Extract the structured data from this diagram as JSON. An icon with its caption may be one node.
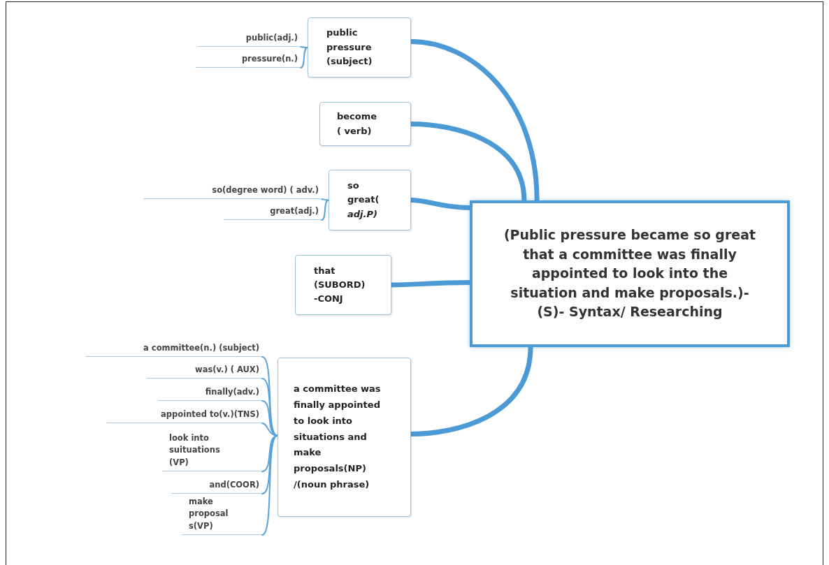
{
  "diagram": {
    "nodes": [
      {
        "text": [
          "(Public pressure became so great that a committee was finally appointed to look into the situation and make proposals.)-(S)- Syntax/ Researching"
        ]
      },
      {
        "text": [
          "public pressure (subject)"
        ]
      },
      {
        "text": [
          "public(adj.)"
        ]
      },
      {
        "text": [
          "pressure(n.)"
        ]
      },
      {
        "text": [
          "become ( verb)"
        ]
      },
      {
        "text": [
          "so great( *adj.P)*"
        ]
      },
      {
        "text": [
          "so(degree word) ( adv.)"
        ]
      },
      {
        "text": [
          "great(adj.)"
        ]
      },
      {
        "text": [
          "that (SUBORD) -CONJ"
        ]
      },
      {
        "text": [
          "a committee was finally appointed to look into situations and make proposals(NP) /(noun phrase)"
        ]
      },
      {
        "text": [
          "a committee(n.) (subject)"
        ]
      },
      {
        "text": [
          "was(v.) ( AUX)"
        ]
      },
      {
        "text": [
          "finally(adv.)"
        ]
      },
      {
        "text": [
          "appointed to(v.)(TNS)"
        ]
      },
      {
        "text": [
          "look into suituations (VP)"
        ]
      },
      {
        "text": [
          "and(COOR)"
        ]
      },
      {
        "text": [
          "make proposal s(VP)"
        ]
      }
    ],
    "edges": [
      {
        "from": 0,
        "to": 1,
        "arrow": "none",
        "style": "thick"
      },
      {
        "from": 1,
        "to": 2,
        "arrow": "none"
      },
      {
        "from": 1,
        "to": 3,
        "arrow": "none"
      },
      {
        "from": 0,
        "to": 4,
        "arrow": "none",
        "style": "thick"
      },
      {
        "from": 0,
        "to": 5,
        "arrow": "none",
        "style": "thick"
      },
      {
        "from": 5,
        "to": 6,
        "arrow": "none"
      },
      {
        "from": 5,
        "to": 7,
        "arrow": "none"
      },
      {
        "from": 0,
        "to": 8,
        "arrow": "none",
        "style": "thick"
      },
      {
        "from": 0,
        "to": 9,
        "arrow": "none",
        "style": "thick"
      },
      {
        "from": 9,
        "to": 10,
        "arrow": "none"
      },
      {
        "from": 9,
        "to": 11,
        "arrow": "none"
      },
      {
        "from": 9,
        "to": 12,
        "arrow": "none"
      },
      {
        "from": 9,
        "to": 13,
        "arrow": "none"
      },
      {
        "from": 9,
        "to": 14,
        "arrow": "none"
      },
      {
        "from": 9,
        "to": 15,
        "arrow": "none"
      },
      {
        "from": 9,
        "to": 16,
        "arrow": "none"
      }
    ]
  }
}
